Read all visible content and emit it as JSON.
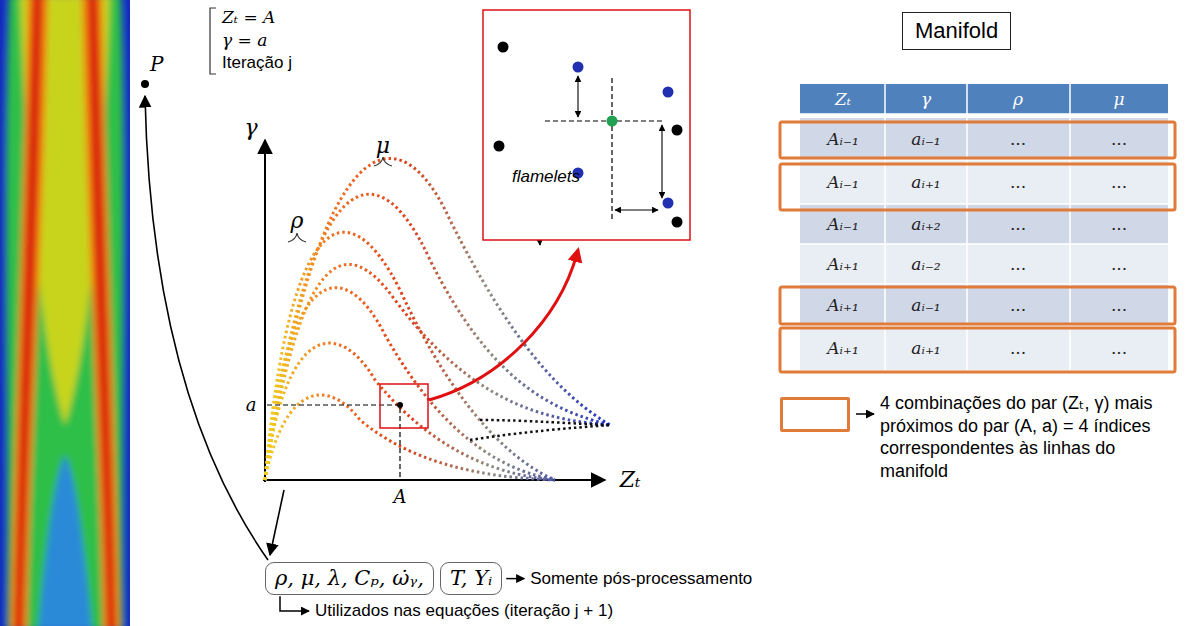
{
  "diagram": {
    "nodes": [
      {
        "text": [
          "Manifold"
        ]
      },
      {
        "text": [
          "ρ, μ, λ, Cₚ, ω̇ᵧ,"
        ]
      },
      {
        "text": [
          "T, Yᵢ"
        ]
      }
    ],
    "labels": [
      "Zₜ = A",
      "γ = a",
      "Iteração j",
      "P",
      "γ",
      "ρ",
      "μ",
      "flamelets",
      "a",
      "A",
      "Zₜ",
      "Zₜ",
      "γ",
      "ρ",
      "μ",
      "Aᵢ₋₁",
      "aᵢ₋₁",
      "...",
      "...",
      "Aᵢ₋₁",
      "aᵢ₊₁",
      "...",
      "...",
      "Aᵢ₋₁",
      "aᵢ₊₂",
      "...",
      "...",
      "Aᵢ₊₁",
      "aᵢ₋₂",
      "...",
      "...",
      "Aᵢ₊₁",
      "aᵢ₋₁",
      "...",
      "...",
      "Aᵢ₊₁",
      "aᵢ₊₁",
      "...",
      "...",
      "Somente pós-processamento",
      "Utilizados nas equações (iteração j + 1)"
    ],
    "legend": [
      {
        "text": "4 combinações do par (Zₜ, γ) mais próximos do par (A, a) = 4 índices correspondentes às linhas do manifold"
      }
    ]
  }
}
